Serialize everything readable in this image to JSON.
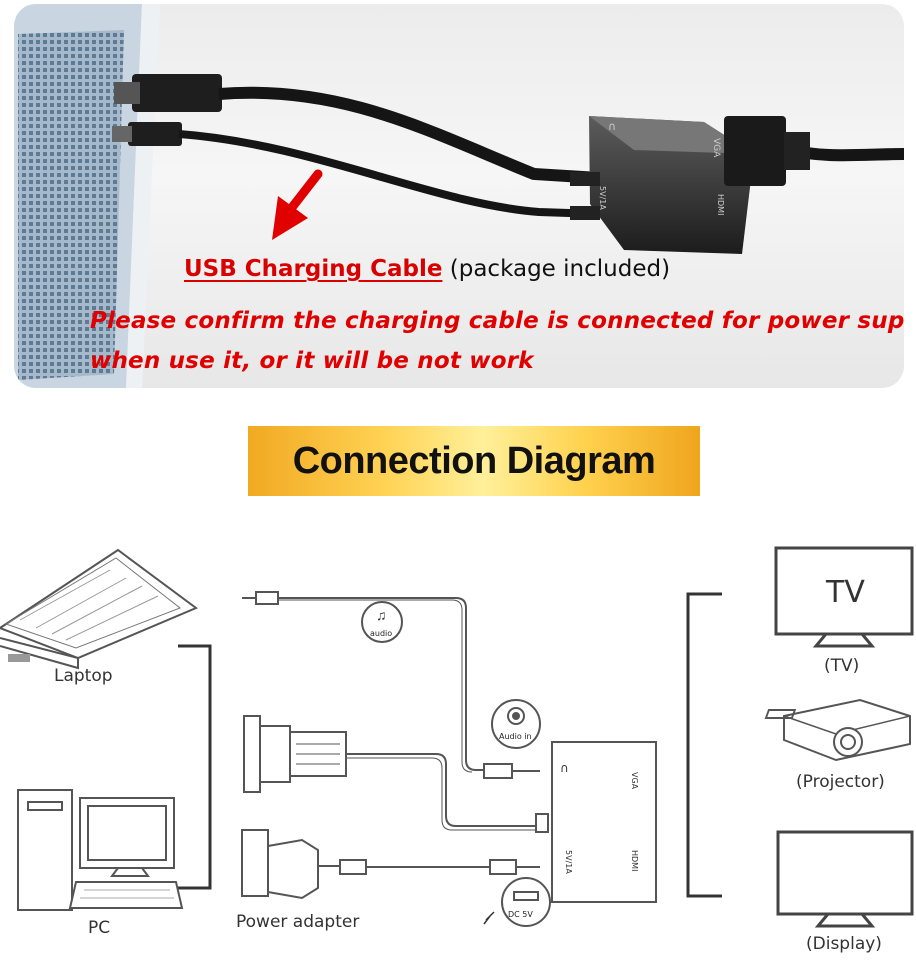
{
  "photo": {
    "usb_cable_label": "USB Charging Cable",
    "package_note": "(package included)",
    "warning_line1": "Please confirm the charging cable is connected for power supply",
    "warning_line2": "when use it, or it will be not work",
    "adapter_ports": {
      "audio_icon": "headphone-icon",
      "vga": "VGA",
      "hdmi": "HDMI",
      "power": "5V/1A"
    }
  },
  "title": "Connection Diagram",
  "diagram": {
    "sources": {
      "laptop": "Laptop",
      "pc": "PC",
      "power_adapter": "Power adapter"
    },
    "displays": {
      "tv_screen_text": "TV",
      "tv": "(TV)",
      "projector": "(Projector)",
      "display": "(Display)"
    },
    "bubbles": {
      "audio": "audio",
      "audio_in": "Audio in",
      "dc": "DC 5V"
    },
    "adapter_ports": {
      "vga": "VGA",
      "hdmi": "HDMI",
      "power": "5V/1A"
    }
  },
  "colors": {
    "warning": "#e00000",
    "banner_gold": "#ffd253",
    "line": "#666666"
  }
}
